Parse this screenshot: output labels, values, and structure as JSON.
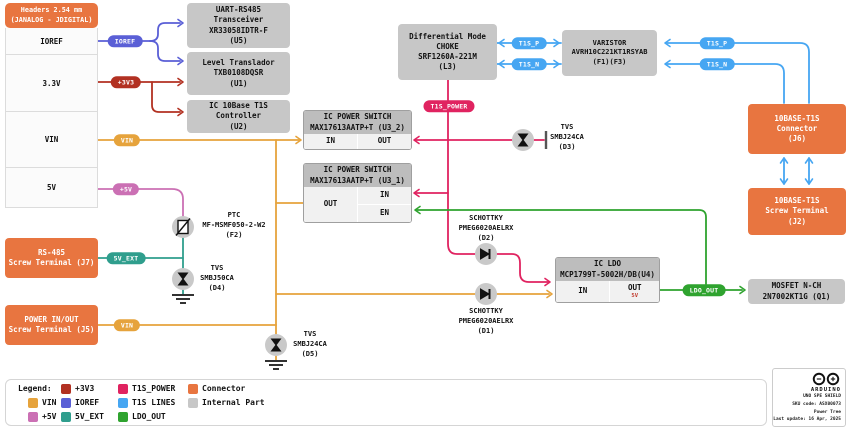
{
  "colors": {
    "p3v3": "#b23122",
    "vin": "#e6a33c",
    "p5v": "#cb70b4",
    "ioref": "#5a5fd6",
    "t1s_power": "#e02360",
    "t1s_lines": "#46a6f2",
    "v5ext": "#2f9e8d",
    "ldo_out": "#2fa32f",
    "connector": "#e87540",
    "internal": "#c7c7c7"
  },
  "header_table": {
    "title": [
      "Headers 2.54 mm",
      "(JANALOG - JDIGITAL)"
    ],
    "rows": [
      "IOREF",
      "3.3V",
      "VIN",
      "5V"
    ]
  },
  "blocks": {
    "u5": [
      "UART-RS485",
      "Transceiver",
      "XR33058IDTR-F",
      "(U5)"
    ],
    "u1": [
      "Level Translador",
      "TXB0108DQSR",
      "(U1)"
    ],
    "u2": [
      "IC 10Base T1S",
      "Controller",
      "(U2)"
    ],
    "l3": [
      "Differential Mode",
      "CHOKE",
      "SRF1260A-221M",
      "(L3)"
    ],
    "f1f3": [
      "VARISTOR",
      "AVRH10C221KT1RSYAB",
      "(F1)(F3)"
    ],
    "j6": [
      "10BASE-T1S",
      "Connector",
      "(J6)"
    ],
    "j2": [
      "10BASE-T1S",
      "Screw Terminal",
      "(J2)"
    ],
    "j7": [
      "RS-485",
      "Screw Terminal (J7)"
    ],
    "j5": [
      "POWER IN/OUT",
      "Screw Terminal (J5)"
    ],
    "q1": [
      "MOSFET N-CH",
      "2N7002KT1G (Q1)"
    ],
    "u3_2": {
      "title": [
        "IC POWER SWITCH",
        "MAX17613AATP+T (U3_2)"
      ],
      "ports": {
        "in": "IN",
        "out": "OUT"
      }
    },
    "u3_1": {
      "title": [
        "IC POWER SWITCH",
        "MAX17613AATP+T (U3_1)"
      ],
      "ports": {
        "out": "OUT",
        "in": "IN",
        "en": "EN"
      }
    },
    "u4": {
      "title": [
        "IC LDO",
        "MCP1799T-5002H/DB(U4)"
      ],
      "ports": {
        "in": "IN",
        "out": "OUT",
        "out_note": "5V"
      }
    }
  },
  "components": {
    "f2": [
      "PTC",
      "MF-MSMF050-2-W2",
      "(F2)"
    ],
    "d1": [
      "SCHOTTKY",
      "PMEG6020AELRX",
      "(D1)"
    ],
    "d2": [
      "SCHOTTKY",
      "PMEG6020AELRX",
      "(D2)"
    ],
    "d3": [
      "TVS",
      "SMBJ24CA",
      "(D3)"
    ],
    "d4": [
      "TVS",
      "SMBJ50CA",
      "(D4)"
    ],
    "d5": [
      "TVS",
      "SMBJ24CA",
      "(D5)"
    ]
  },
  "net_labels": {
    "ioref": "IOREF",
    "p3v3": "+3V3",
    "vin_header": "VIN",
    "p5v": "+5V",
    "v5ext": "5V_EXT",
    "vin_j5": "VIN",
    "t1s_power": "T1S_POWER",
    "t1s_p_left": "T1S_P",
    "t1s_n_left": "T1S_N",
    "t1s_p_right": "T1S_P",
    "t1s_n_right": "T1S_N",
    "ldo_out": "LDO_OUT"
  },
  "legend": {
    "title": "Legend:",
    "items": [
      {
        "label": "+3V3",
        "color": "p3v3"
      },
      {
        "label": "T1S_POWER",
        "color": "t1s_power"
      },
      {
        "label": "Connector",
        "color": "connector"
      },
      {
        "label": "VIN",
        "color": "vin"
      },
      {
        "label": "IOREF",
        "color": "ioref"
      },
      {
        "label": "T1S LINES",
        "color": "t1s_lines"
      },
      {
        "label": "Internal Part",
        "color": "internal"
      },
      {
        "label": "+5V",
        "color": "p5v"
      },
      {
        "label": "5V_EXT",
        "color": "v5ext"
      },
      {
        "label": "LDO_OUT",
        "color": "ldo_out"
      }
    ]
  },
  "footer": {
    "brand": "ARDUINO",
    "lines": [
      "UNO SPE SHIELD",
      "SKU code: ASX00073",
      "Power Tree",
      "Last update: 16 Apr, 2025"
    ]
  }
}
